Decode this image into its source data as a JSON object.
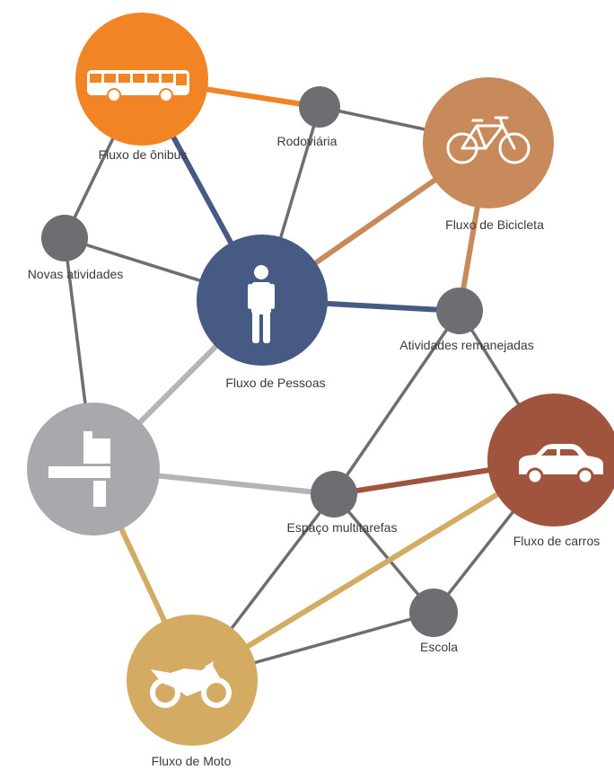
{
  "colors": {
    "edge_gray": "#6d6e71",
    "edge_light": "#b3b4b7",
    "node_small": "#6d6e71",
    "bus": "#f18526",
    "bike": "#c98a5b",
    "people": "#465a84",
    "car": "#a0543d",
    "moto": "#d3ab63",
    "building": "#a7a9ac"
  },
  "hubs": {
    "bus": {
      "label": "Fluxo de ônibus",
      "icon": "bus-icon"
    },
    "bike": {
      "label": "Fluxo de Bicicleta",
      "icon": "bicycle-icon"
    },
    "people": {
      "label": "Fluxo de Pessoas",
      "icon": "person-icon"
    },
    "car": {
      "label": "Fluxo de carros",
      "icon": "car-icon"
    },
    "moto": {
      "label": "Fluxo de Moto",
      "icon": "motorcycle-icon"
    },
    "building": {
      "label": "",
      "icon": "building-icon"
    }
  },
  "nodes": {
    "rodoviaria": {
      "label": "Rodoviária"
    },
    "novas": {
      "label": "Novas atividades"
    },
    "atividades": {
      "label": "Atividades remanejadas"
    },
    "espaco": {
      "label": "Espaço multitarefas"
    },
    "escola": {
      "label": "Escola"
    }
  },
  "edges": [
    {
      "from": "bus",
      "to": "rodoviaria",
      "color": "bus"
    },
    {
      "from": "bus",
      "to": "people",
      "color": "people"
    },
    {
      "from": "bus",
      "to": "novas",
      "color": "edge_gray"
    },
    {
      "from": "rodoviaria",
      "to": "bike",
      "color": "edge_gray"
    },
    {
      "from": "rodoviaria",
      "to": "people",
      "color": "edge_gray"
    },
    {
      "from": "novas",
      "to": "people",
      "color": "edge_gray"
    },
    {
      "from": "novas",
      "to": "building",
      "color": "edge_gray"
    },
    {
      "from": "people",
      "to": "bike",
      "color": "bike"
    },
    {
      "from": "people",
      "to": "atividades",
      "color": "people"
    },
    {
      "from": "people",
      "to": "building",
      "color": "edge_light"
    },
    {
      "from": "bike",
      "to": "atividades",
      "color": "bike"
    },
    {
      "from": "atividades",
      "to": "car",
      "color": "edge_gray"
    },
    {
      "from": "atividades",
      "to": "espaco",
      "color": "edge_gray"
    },
    {
      "from": "building",
      "to": "espaco",
      "color": "edge_light"
    },
    {
      "from": "building",
      "to": "moto",
      "color": "moto"
    },
    {
      "from": "espaco",
      "to": "car",
      "color": "car"
    },
    {
      "from": "espaco",
      "to": "moto",
      "color": "edge_gray"
    },
    {
      "from": "espaco",
      "to": "escola",
      "color": "edge_gray"
    },
    {
      "from": "car",
      "to": "escola",
      "color": "edge_gray"
    },
    {
      "from": "car",
      "to": "moto",
      "color": "moto"
    },
    {
      "from": "escola",
      "to": "moto",
      "color": "edge_gray"
    }
  ]
}
